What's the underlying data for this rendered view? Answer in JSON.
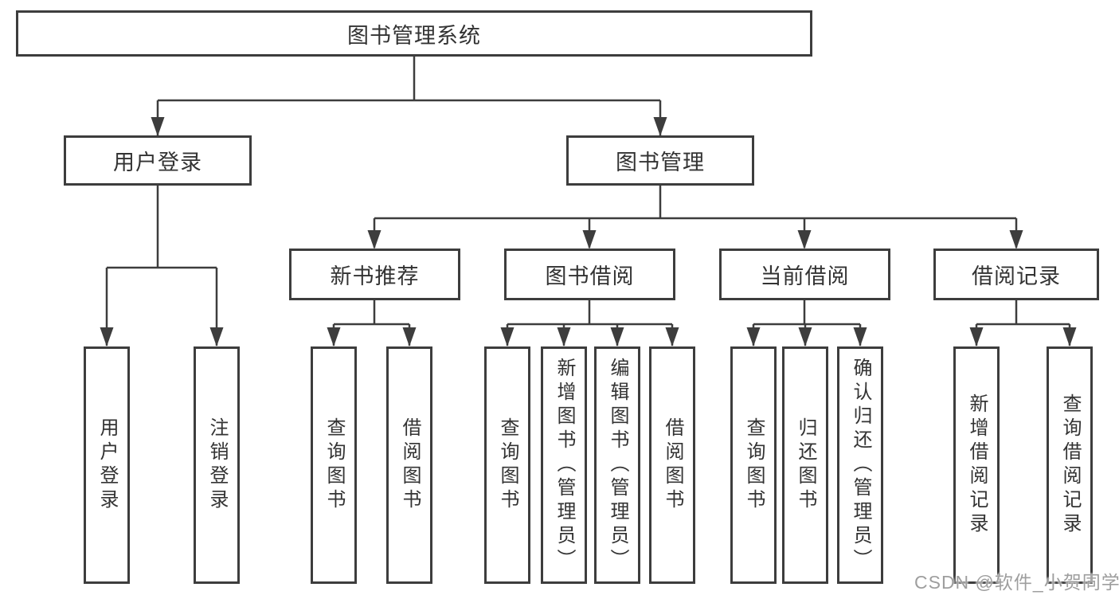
{
  "diagram": {
    "root": {
      "label": "图书管理系统"
    },
    "level2": [
      {
        "label": "用户登录",
        "children": [
          {
            "label": "用户登录"
          },
          {
            "label": "注销登录"
          }
        ]
      },
      {
        "label": "图书管理",
        "children": [
          {
            "label": "新书推荐",
            "children": [
              {
                "label": "查询图书"
              },
              {
                "label": "借阅图书"
              }
            ]
          },
          {
            "label": "图书借阅",
            "children": [
              {
                "label": "查询图书"
              },
              {
                "label": "新增图书（管理员）"
              },
              {
                "label": "编辑图书（管理员）"
              },
              {
                "label": "借阅图书"
              }
            ]
          },
          {
            "label": "当前借阅",
            "children": [
              {
                "label": "查询图书"
              },
              {
                "label": "归还图书"
              },
              {
                "label": "确认归还（管理员）"
              }
            ]
          },
          {
            "label": "借阅记录",
            "children": [
              {
                "label": "新增借阅记录"
              },
              {
                "label": "查询借阅记录"
              }
            ]
          }
        ]
      }
    ]
  },
  "watermark": {
    "text": "CSDN @软件_小贺同学"
  },
  "colors": {
    "line": "#3d3d3d",
    "border": "#3d3d3d",
    "text": "#333333",
    "background": "#ffffff",
    "watermark": "#9e9e9e"
  }
}
